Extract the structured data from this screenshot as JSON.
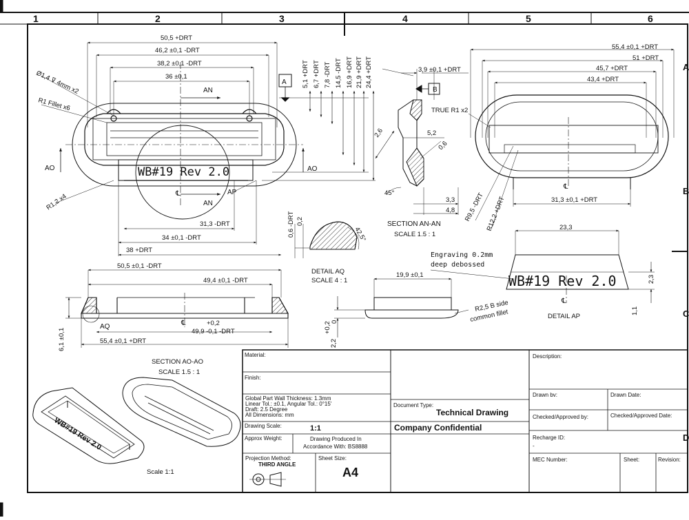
{
  "zones": [
    "1",
    "2",
    "3",
    "4",
    "5",
    "6"
  ],
  "row_letters": [
    "A",
    "B",
    "C",
    "D"
  ],
  "section_ao": {
    "dims": {
      "width_top": "50,5 +DRT",
      "w2": "46,2 ±0,1 -DRT",
      "w3": "38,2 ±0,1 -DRT",
      "w4": "36 ±0,1",
      "hole": "Ø1,4 ⊽ 4mm x2",
      "fillet": "R1 Fillet x6",
      "r12": "R1,2 x4",
      "d31": "31,3 -DRT",
      "d34": "34 ±0,1 -DRT",
      "d38": "38 +DRT",
      "vertical": [
        "5,1 +DRT",
        "6,7 +DRT",
        "7,8 -DRT",
        "14,5 -DRT",
        "16,9 +DRT",
        "21,9 +DRT",
        "24,4 +DRT"
      ]
    },
    "labels": {
      "ao": "AO",
      "an": "AN",
      "ap": "AP",
      "a": "A",
      "b": "B",
      "cl": "℄"
    },
    "engraving": "WB#19 Rev 2.0"
  },
  "section_an": {
    "title": "SECTION AN-AN",
    "scale": "SCALE 1.5 : 1",
    "dims": {
      "top": "3,9 ±0,1 +DRT",
      "d26": "2,6",
      "d52": "5,2",
      "d06": "0,6",
      "d45": "45°",
      "d33": "3,3",
      "d48": "4,8"
    }
  },
  "detail_aq": {
    "title": "DETAIL AQ",
    "scale": "SCALE 4 : 1",
    "dims": {
      "d06": "0,6 -DRT",
      "d02": "0,2",
      "angle": "42,5°"
    }
  },
  "right_view": {
    "dims": {
      "d554": "55,4 ±0,1 +DRT",
      "d51": "51 +DRT",
      "d457": "45,7 +DRT",
      "d434": "43,4 +DRT",
      "true_r": "TRUE R1 x2",
      "r95": "R9,5 -DRT",
      "r122": "R12,2 +DRT",
      "d313": "31,3 ±0,1 +DRT"
    }
  },
  "detail_ap": {
    "title": "DETAIL AP",
    "width": "23,3",
    "engraving_note": [
      "Engraving 0.2mm",
      "deep debossed"
    ],
    "text": "WB#19 Rev 2.0",
    "d23": "2,3",
    "d11": "1,1"
  },
  "lower_view": {
    "dims": {
      "d505": "50,5 ±0,1 -DRT",
      "d494": "49,4 ±0,1 -DRT",
      "d499": "49,9 -0,1 -DRT",
      "plus02": "+0,2",
      "d554": "55,4 ±0,1 +DRT",
      "d61": "6,1 ±0,1",
      "aq": "AQ"
    }
  },
  "side_view": {
    "d199": "19,9 ±0,1",
    "fillet": [
      "R2,5 B side",
      "common fillet"
    ],
    "d22": "2,2",
    "tol": [
      "+0,2",
      "0"
    ]
  },
  "iso": {
    "title": "SECTION AO-AO",
    "scale": "SCALE 1.5 : 1",
    "scale_bottom": "Scale 1:1",
    "engraving": "WB#19 Rev 2.0"
  },
  "title_block": {
    "material": "Material:",
    "finish": "Finish:",
    "notes": [
      "Global Part Wall Thickness: 1.3mm",
      "Linear Tol.: ±0.1, Angular Tol.: 0°15'",
      "Draft: 2.5 Degree",
      "All Dimensions: mm"
    ],
    "drawing_scale_label": "Drawing Scale:",
    "drawing_scale": "1:1",
    "approx_weight": "Approx Weight:",
    "produced": [
      "Drawing Produced In",
      "Accordance With: BS8888"
    ],
    "projection_label": "Projection Method:",
    "projection": "THIRD ANGLE",
    "sheet_size_label": "Sheet Size:",
    "sheet_size": "A4",
    "doc_type_label": "Document Type:",
    "doc_type": "Technical Drawing",
    "confidential": "Company Confidential",
    "description": "Description:",
    "drawn_by": "Drawn bv:",
    "drawn_date": "Drawn Date:",
    "checked_by": "Checked/Approved by:",
    "checked_date": "Checked/Approved Date:",
    "recharge": "Recharge ID:",
    "recharge_value": "-",
    "mec": "MEC Number:",
    "sheet": "Sheet:",
    "revision": "Revision:"
  }
}
